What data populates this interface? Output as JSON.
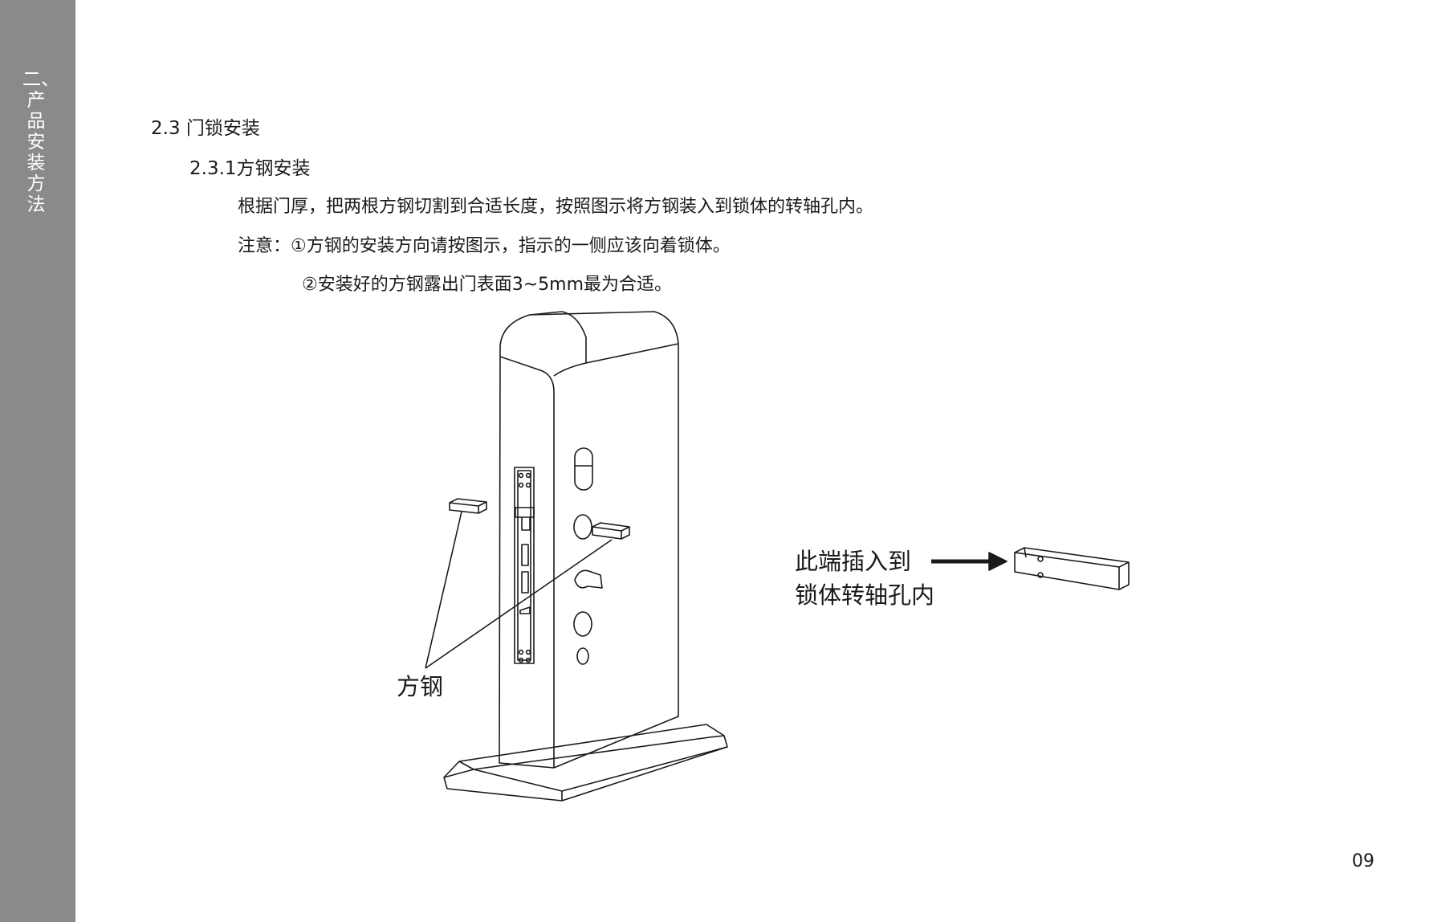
{
  "sidebar": {
    "section_title": "二、产品安装方法"
  },
  "content": {
    "heading": "2.3 门锁安装",
    "subheading": "2.3.1方钢安装",
    "paragraph": "根据门厚，把两根方钢切割到合适长度，按照图示将方钢装入到锁体的转轴孔内。",
    "note_1": "注意：①方钢的安装方向请按图示，指示的一侧应该向着锁体。",
    "note_2": "②安装好的方钢露出门表面3~5mm最为合适。"
  },
  "figure": {
    "label_square_steel": "方钢",
    "label_insert_line1": "此端插入到",
    "label_insert_line2": "锁体转轴孔内"
  },
  "footer": {
    "page_number": "09"
  },
  "colors": {
    "sidebar": "#898a8c",
    "line": "#1a1a1a"
  }
}
